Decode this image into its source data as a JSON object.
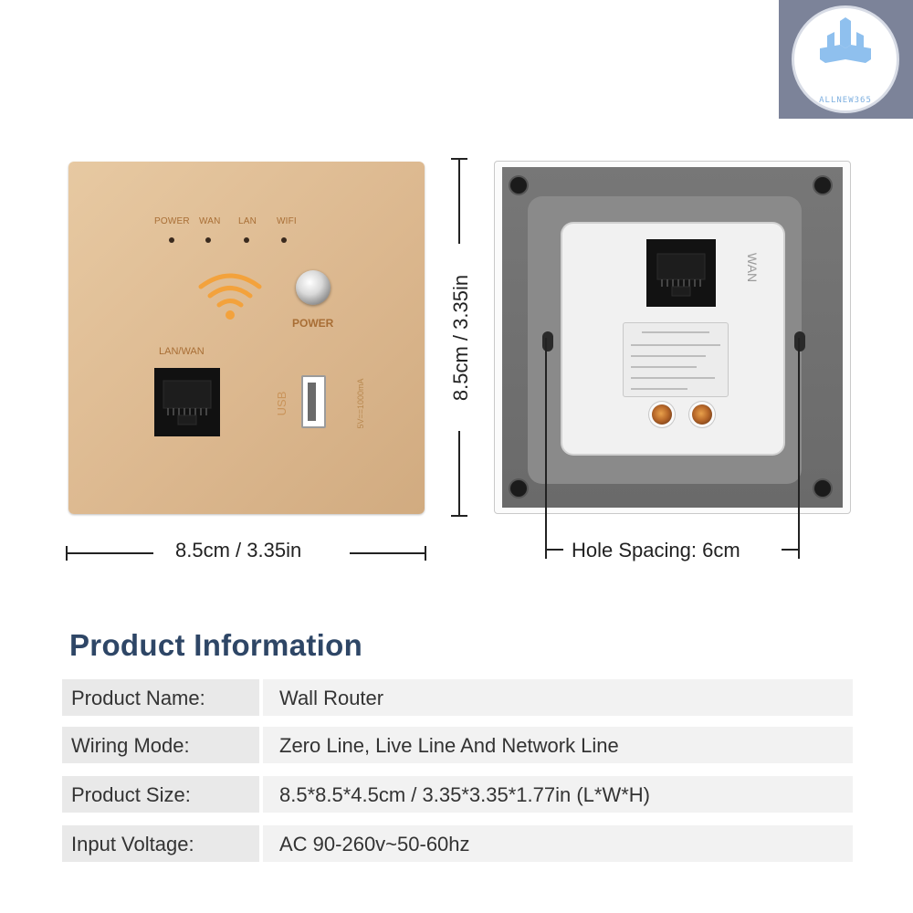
{
  "logo": {
    "brand": "ALLNEW365"
  },
  "front_panel": {
    "led_labels": [
      "POWER",
      "WAN",
      "LAN",
      "WIFI"
    ],
    "power_label": "POWER",
    "port_label": "LAN/WAN",
    "usb_label": "USB",
    "usb_spec": "5V==1000mA",
    "width_dimension": "8.5cm / 3.35in",
    "height_dimension": "8.5cm / 3.35in"
  },
  "back_view": {
    "port_label": "WAN",
    "hole_spacing": "Hole Spacing: 6cm"
  },
  "product_info": {
    "title": "Product Information",
    "rows": [
      {
        "key": "Product Name:",
        "value": "Wall Router"
      },
      {
        "key": "Wiring Mode:",
        "value": "Zero Line, Live Line And Network Line"
      },
      {
        "key": "Product Size:",
        "value": "8.5*8.5*4.5cm / 3.35*3.35*1.77in (L*W*H)"
      },
      {
        "key": "Input Voltage:",
        "value": "AC 90-260v~50-60hz"
      }
    ]
  },
  "colors": {
    "panel_gold": "#dcb88f",
    "label_brown": "#a86e35",
    "wifi_orange": "#f0a040",
    "title_navy": "#2e4666",
    "logo_bg": "#7c8399"
  }
}
